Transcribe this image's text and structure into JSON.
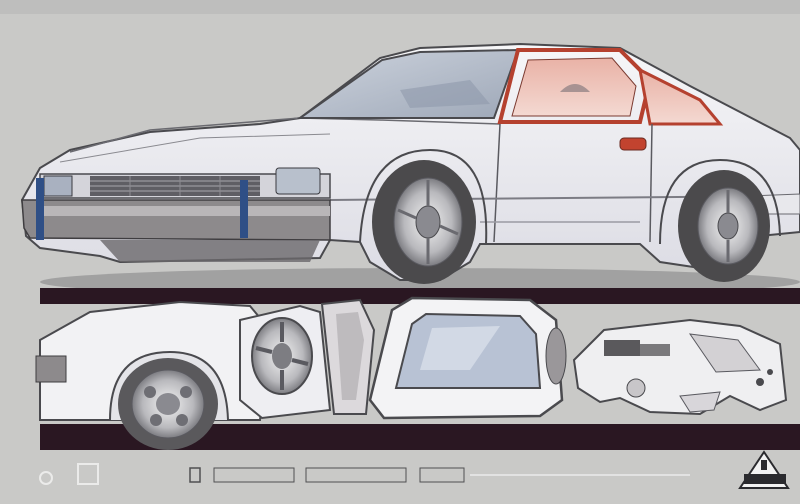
{
  "palette": {
    "background": "#c9c9c7",
    "body_white": "#f1f1f3",
    "outline": "#4a4a4e",
    "band_dark": "#2a1722",
    "accent_red": "#b5412f",
    "accent_blue": "#2f4f86",
    "bumper_grey": "#8d8a8c",
    "tire_dark": "#4b4a4c"
  },
  "scene": {
    "main_car": "white-coupe-side-view",
    "lower_strip": [
      "front-fender-wheel",
      "wheel-detail",
      "window-frame",
      "dashboard-part"
    ]
  },
  "marks": {
    "corner_logo": "triangle-badge-logo"
  }
}
